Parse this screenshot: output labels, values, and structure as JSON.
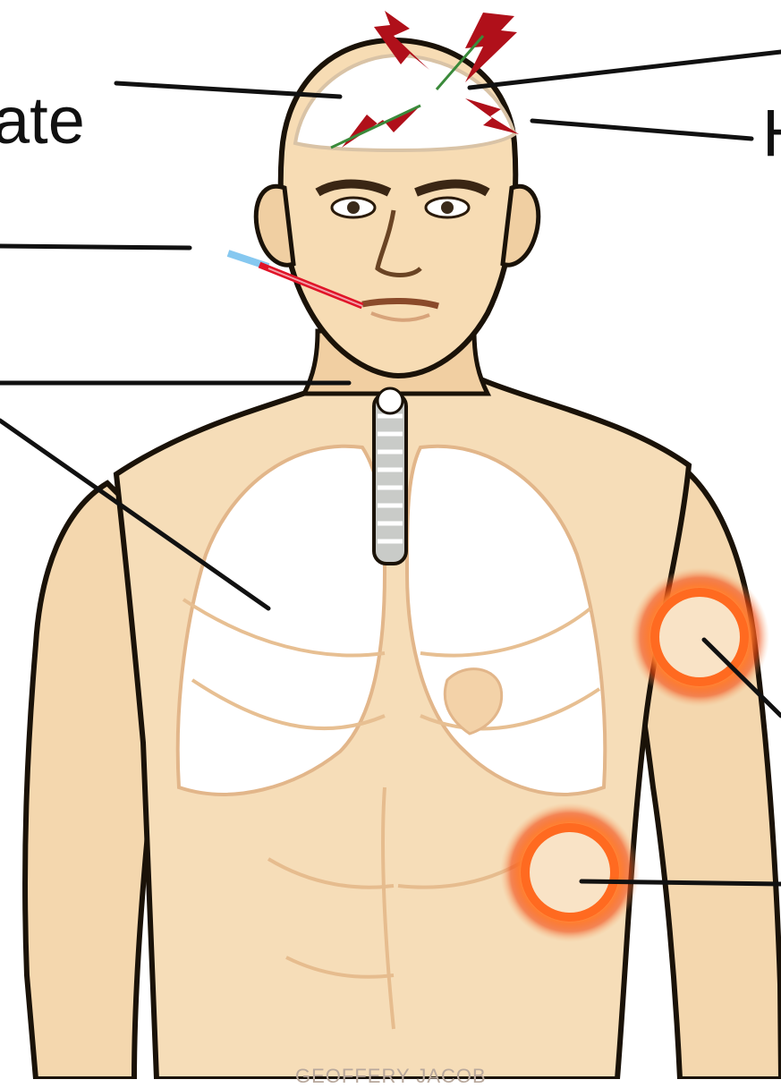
{
  "labels": {
    "top_left_fragment": "ate",
    "top_right_fragment": "H"
  },
  "watermark": "GEOFFERY JACOB",
  "colors": {
    "skin": "#f6ddb8",
    "skin_shadow": "#e8c294",
    "outline": "#1a1208",
    "lungs": "#ffffff",
    "lightning": "#b0101a",
    "injection_glow": "#f25a1e",
    "leader_line": "#111111",
    "needle_red": "#e01428",
    "needle_blue": "#86c8f0"
  },
  "icons": {
    "lightning": "lightning-bolt-icon",
    "injection_site": "injection-site-icon",
    "needle": "needle-icon"
  }
}
